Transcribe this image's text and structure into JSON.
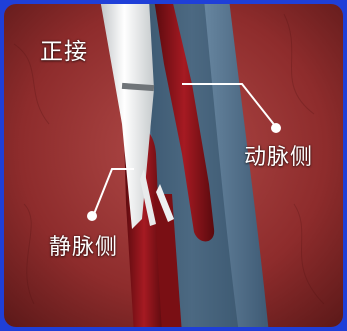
{
  "title": "正接",
  "labels": {
    "arterial": "动脉侧",
    "venous": "静脉侧"
  },
  "colors": {
    "border": "#1f3fd8",
    "tissue": "#8a2a2a",
    "vessel": "#4f6f8a",
    "catheter": "#f2f2f2",
    "sheath": "#7a0f14"
  }
}
